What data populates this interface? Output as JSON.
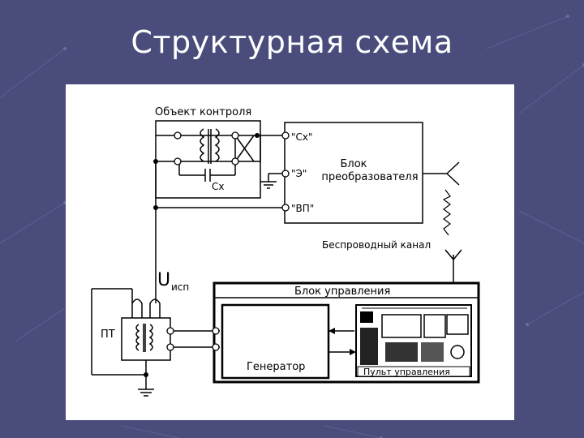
{
  "slide": {
    "title": "Структурная схема",
    "background_color": "#4a4c7c"
  },
  "diagram": {
    "object_label": "Объект контроля",
    "cx_label": "Сх",
    "converter_label_1": "Блок",
    "converter_label_2": "преобразователя",
    "terminal_cx": "\"Сх\"",
    "terminal_e": "\"Э\"",
    "terminal_vp": "\"ВП\"",
    "wireless_label": "Беспроводный канал",
    "voltage_u": "U",
    "voltage_sub": "исп",
    "transformer_label": "ПТ",
    "control_unit_label": "Блок управления",
    "generator_label": "Генератор",
    "panel_label": "Пульт управления"
  }
}
